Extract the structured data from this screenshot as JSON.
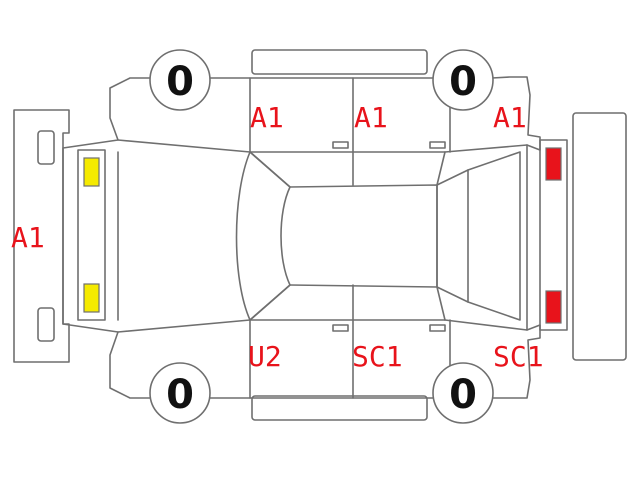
{
  "diagram": {
    "colors": {
      "line": "#6f6f6f",
      "label": "#e8131b",
      "tire_text": "#111111",
      "front_lamp": "#f5ea00",
      "rear_lamp": "#e8131b"
    },
    "tires": {
      "front_left": "0",
      "rear_left": "0",
      "front_right": "0",
      "rear_right": "0"
    },
    "labels": {
      "front_bumper": "A1",
      "front_left_fender": "A1",
      "front_left_door": "A1",
      "rear_left_quarter": "A1",
      "front_right_fender": "U2",
      "front_right_door": "SC1",
      "rear_right_quarter": "SC1"
    },
    "lamps": {
      "front": "yellow",
      "rear": "red"
    }
  }
}
